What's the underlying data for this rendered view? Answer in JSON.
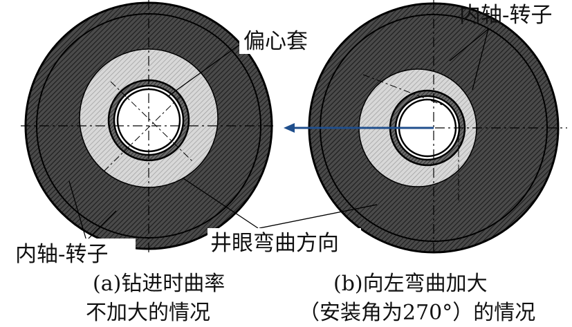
{
  "labels": {
    "eccentric_sleeve": "偏心套",
    "inner_shaft_rotor_top": "内轴-转子",
    "inner_shaft_rotor_bottom": "内轴-转子",
    "borehole_bend_direction": "井眼弯曲方向"
  },
  "captions": {
    "a_line1": "(a)钻进时曲率",
    "a_line2": "不加大的情况",
    "b_line1": "(b)向左弯曲加大",
    "b_line2": "（安装角为270°）的情况"
  },
  "colors": {
    "dark_hatch": "#3a3a3a",
    "light_hatch": "#bdbdbd",
    "arrow": "#1f4e8c"
  }
}
